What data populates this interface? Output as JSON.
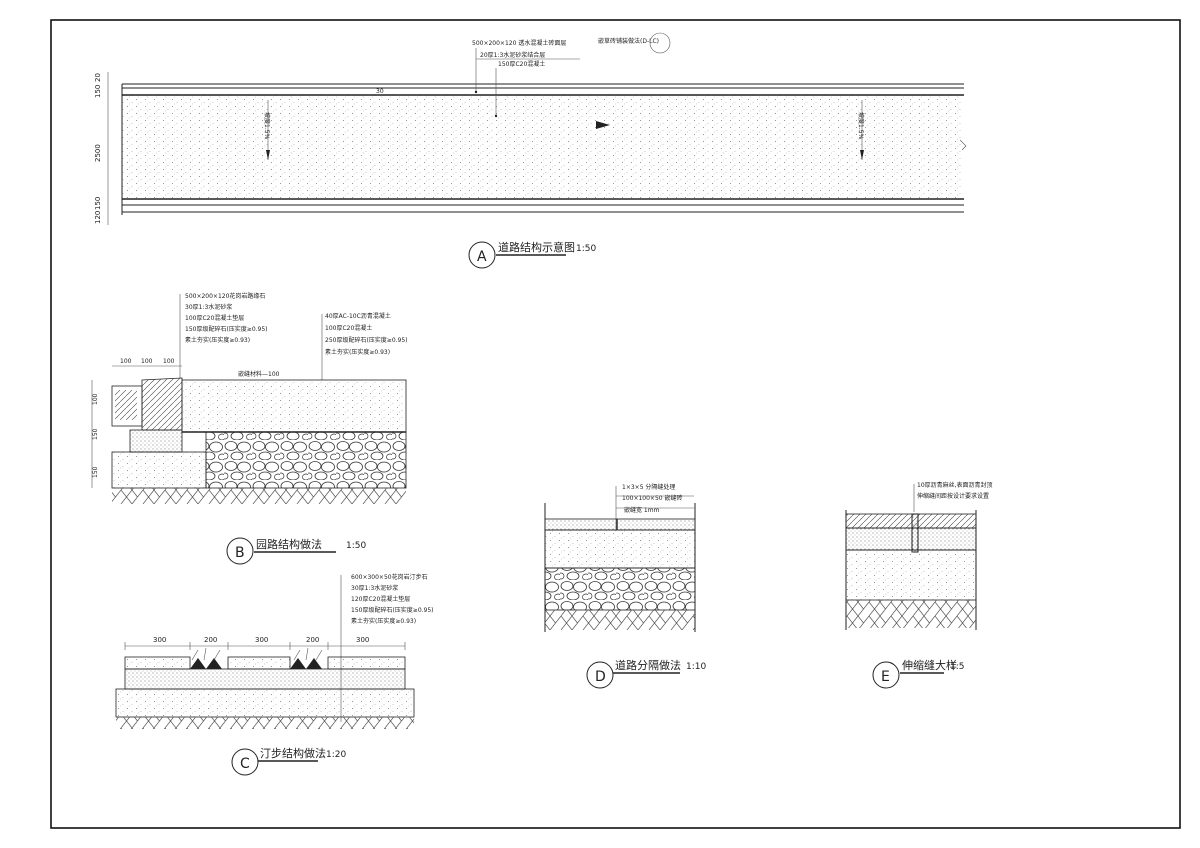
{
  "sheet": {
    "frame_color": "#111111",
    "line_color": "#222222"
  },
  "detail_a": {
    "letter": "A",
    "title": "道路结构示意图",
    "scale": "1:50",
    "notes_top": [
      "500×200×120  透水混凝土砖面层",
      "20厚1:3水泥砂浆结合层",
      "150厚C20混凝土"
    ],
    "side_note": "嵌草砖铺装做法(D-LC)",
    "dims_left": [
      "20",
      "150",
      "2500",
      "150",
      "120"
    ],
    "label_center": "30",
    "slope_labels": [
      "坡度1.5%",
      "坡度1.5%"
    ]
  },
  "detail_b": {
    "letter": "B",
    "title": "园路结构做法",
    "scale": "1:50",
    "notes_left": [
      "500×200×120花岗岩路缘石",
      "30厚1:3水泥砂浆",
      "100厚C20混凝土垫层",
      "150厚级配碎石(压实度≥0.95)",
      "素土夯实(压实度≥0.93)"
    ],
    "notes_right": [
      "40厚AC-10C沥青混凝土",
      "100厚C20混凝土",
      "250厚级配碎石(压实度≥0.95)",
      "素土夯实(压实度≥0.93)"
    ],
    "dims_top": [
      "100",
      "100",
      "100"
    ],
    "dims_left": [
      "100",
      "150",
      "150"
    ],
    "callout": "嵌缝材料—100"
  },
  "detail_c": {
    "letter": "C",
    "title": "汀步结构做法",
    "scale": "1:20",
    "notes": [
      "600×300×50花岗岩汀步石",
      "30厚1:3水泥砂浆",
      "120厚C20混凝土垫层",
      "150厚级配碎石(压实度≥0.95)",
      "素土夯实(压实度≥0.93)"
    ],
    "dims_top": [
      "300",
      "200",
      "300",
      "200",
      "300"
    ]
  },
  "detail_d": {
    "letter": "D",
    "title": "道路分隔做法",
    "scale": "1:10",
    "notes": [
      "1×3×5 分隔缝处理",
      "100×100×50 嵌缝砖",
      "嵌缝宽 1mm"
    ]
  },
  "detail_e": {
    "letter": "E",
    "title": "伸缩缝大样",
    "scale": "1:5",
    "notes": [
      "10厚沥青麻丝,表面沥青封顶",
      "伸缩缝间距按设计要求设置"
    ]
  }
}
